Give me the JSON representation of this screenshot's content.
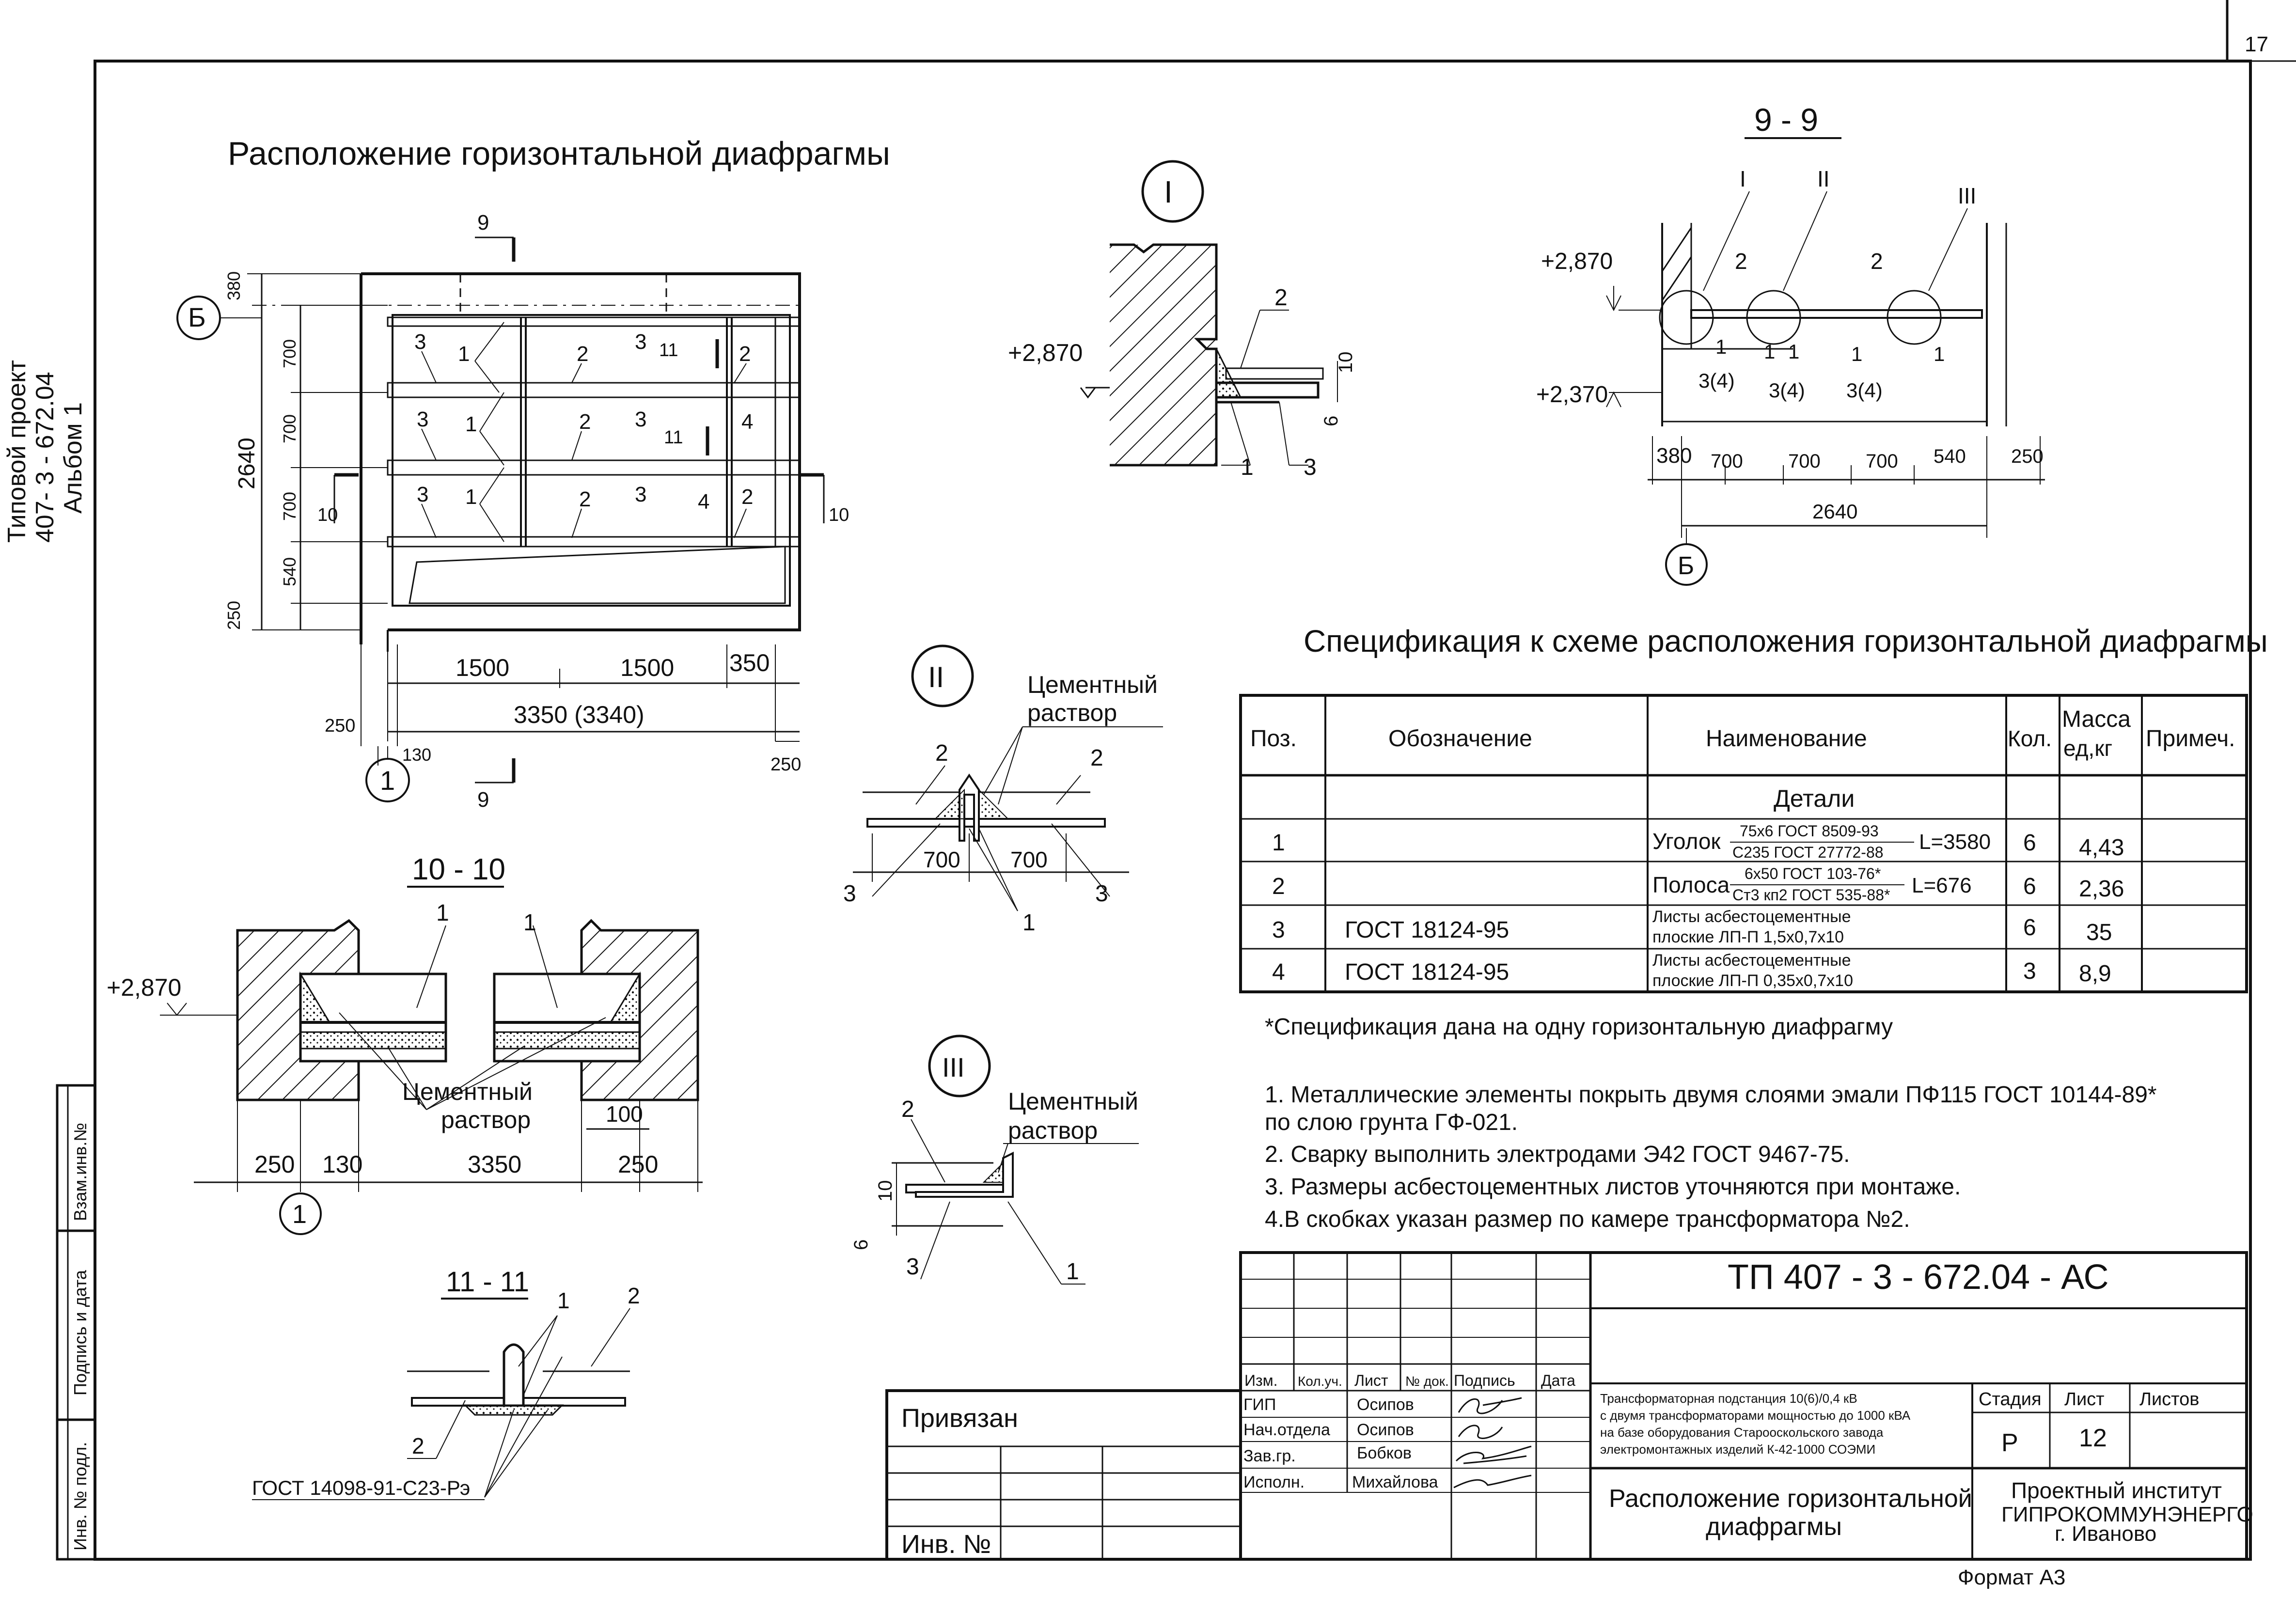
{
  "page_number": "17",
  "side_stamp": {
    "line1": "Типовой проект",
    "line2": "407- 3 - 672.04",
    "line3": "Альбом 1"
  },
  "left_strip": {
    "vzam": "Взам.инв.№",
    "podpis": "Подпись и дата",
    "inv": "Инв. №  подл."
  },
  "plan": {
    "title": "Расположение горизонтальной диафрагмы",
    "axis_b": "Б",
    "axis_1": "1",
    "cut9": "9",
    "cut10": "10",
    "cut11": "11",
    "dims_left": [
      "380",
      "700",
      "700",
      "700",
      "540",
      "250"
    ],
    "dim_total_left": "2640",
    "dims_bottom": [
      "1500",
      "1500",
      "350"
    ],
    "dim_total_bottom": "3350 (3340)",
    "dim_250a": "250",
    "dim_130": "130",
    "dim_250b": "250",
    "labels": [
      "3",
      "1",
      "2",
      "3",
      "11",
      "2",
      "3",
      "1",
      "2",
      "3",
      "11",
      "4",
      "3",
      "1",
      "2",
      "3",
      "4",
      "2"
    ]
  },
  "detail1": {
    "marker": "I",
    "level": "+2,870",
    "pos2": "2",
    "pos1": "1",
    "pos3": "3",
    "d10": "10",
    "d6": "6"
  },
  "sect99": {
    "title": "9 - 9",
    "mark1": "I",
    "mark2": "II",
    "mark3": "III",
    "level1": "+2,870",
    "level2": "+2,370",
    "dims": [
      "380",
      "700",
      "700",
      "700",
      "540",
      "250"
    ],
    "total": "2640",
    "axis": "Б",
    "labels": [
      "2",
      "2",
      "1",
      "1",
      "1",
      "1",
      "1",
      "3(4)",
      "3(4)",
      "3(4)"
    ]
  },
  "detail2": {
    "marker": "II",
    "note1": "Цементный",
    "note2": "раствор",
    "pos": [
      "2",
      "2",
      "3",
      "3",
      "1"
    ],
    "dims": [
      "700",
      "700"
    ]
  },
  "detail3": {
    "marker": "III",
    "note1": "Цементный",
    "note2": "раствор",
    "pos": [
      "2",
      "3",
      "1"
    ],
    "d10": "10",
    "d6": "6"
  },
  "sect1010": {
    "title": "10 - 10",
    "level": "+2,870",
    "note1": "Цементный",
    "note2": "раствор",
    "pos": [
      "1",
      "1"
    ],
    "dims": [
      "250",
      "130",
      "3350",
      "250"
    ],
    "dim100": "100",
    "axis": "1"
  },
  "sect1111": {
    "title": "11 - 11",
    "pos": [
      "1",
      "2",
      "2"
    ],
    "gost": "ГОСТ 14098-91-С23-Рэ"
  },
  "spec": {
    "title": "Спецификация к схеме расположения горизонтальной диафрагмы",
    "headers": [
      "Поз.",
      "Обозначение",
      "Наименование",
      "Кол.",
      "Масса ед,кг",
      "Примеч."
    ],
    "section": "Детали",
    "rows": [
      {
        "pos": "1",
        "oboz": "",
        "name": "Уголок",
        "frac_top": "75х6 ГОСТ 8509-93",
        "frac_bot": "С235 ГОСТ 27772-88",
        "len": "L=3580",
        "kol": "6",
        "mass": "4,43"
      },
      {
        "pos": "2",
        "oboz": "",
        "name": "Полоса",
        "frac_top": "6х50 ГОСТ 103-76*",
        "frac_bot": "Ст3 кп2 ГОСТ 535-88*",
        "len": "L=676",
        "kol": "6",
        "mass": "2,36"
      },
      {
        "pos": "3",
        "oboz": "ГОСТ 18124-95",
        "name": "Листы асбестоцементные",
        "name2": "плоские ЛП-П 1,5х0,7х10",
        "kol": "6",
        "mass": "35"
      },
      {
        "pos": "4",
        "oboz": "ГОСТ 18124-95",
        "name": "Листы асбестоцементные",
        "name2": "плоские ЛП-П 0,35х0,7х10",
        "kol": "3",
        "mass": "8,9"
      }
    ],
    "footnote": "*Спецификация дана на одну горизонтальную диафрагму"
  },
  "notes": [
    "1. Металлические элементы покрыть двумя слоями эмали ПФ115 ГОСТ 10144-89*",
    "по слою грунта ГФ-021.",
    "2. Сварку выполнить электродами Э42 ГОСТ 9467-75.",
    "3. Размеры асбестоцементных листов уточняются при монтаже.",
    "4.В скобках указан размер по камере трансформатора №2."
  ],
  "stamp": {
    "code": "ТП   407 - 3 - 672.04 - АС",
    "header": [
      "Изм.",
      "Кол.уч.",
      "Лист",
      "№ док.",
      "Подпись",
      "Дата"
    ],
    "roles": [
      "ГИП",
      "Нач.отдела",
      "Зав.гр.",
      "Исполн."
    ],
    "names": [
      "Осипов",
      "Осипов",
      "Бобков",
      "Михайлова"
    ],
    "desc": [
      "Трансформаторная подстанция 10(6)/0,4 кВ",
      "с двумя трансформаторами мощностью до 1000 кВА",
      "на базе оборудования Старооскольского завода",
      "электромонтажных изделий К-42-1000 СОЭМИ"
    ],
    "sheet_title1": "Расположение горизонтальной",
    "sheet_title2": "диафрагмы",
    "stadia_label": "Стадия",
    "list_label": "Лист",
    "listov_label": "Листов",
    "stadia": "Р",
    "list": "12",
    "listov": "",
    "org1": "Проектный институт",
    "org2": "ГИПРОКОММУНЭНЕРГО",
    "org3": "г. Иваново",
    "privyazan": "Привязан",
    "inv": "Инв. №",
    "format": "Формат А3"
  }
}
